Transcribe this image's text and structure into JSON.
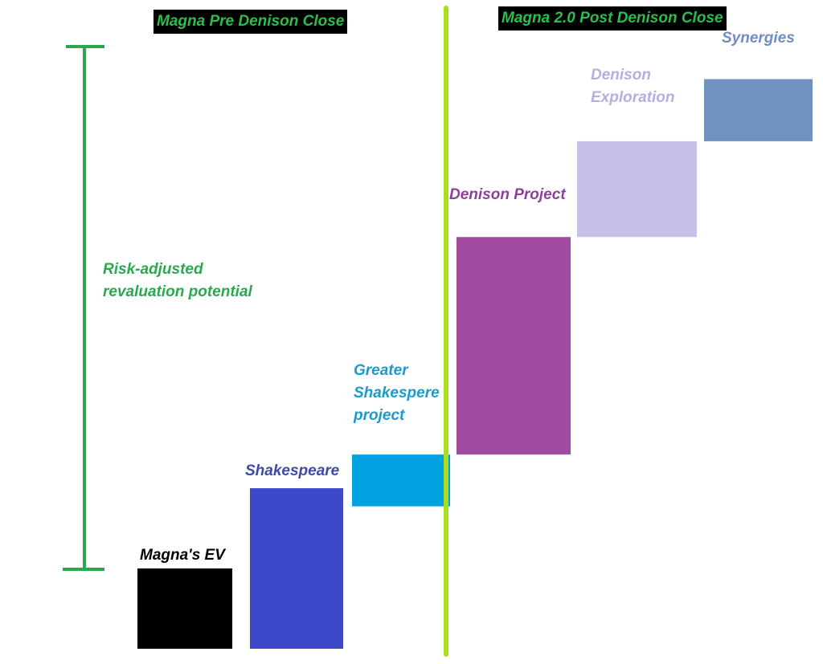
{
  "headers": {
    "pre": "Magna Pre Denison Close",
    "post": "Magna 2.0 Post Denison Close"
  },
  "range_label": "Risk-adjusted revaluation potential",
  "colors": {
    "header_text": "#2bbf4a",
    "range_bar": "#2aa84e",
    "divider": "#a8de1c"
  },
  "chart_data": {
    "type": "waterfall",
    "title": "",
    "xlabel": "",
    "ylabel": "",
    "ylim": [
      0,
      100
    ],
    "categories": [
      "Magna's EV",
      "Shakespeare",
      "Greater Shakespere project",
      "Denison Project",
      "Denison Exploration",
      "Synergies"
    ],
    "series": [
      {
        "start": [
          0,
          0,
          27.5,
          37.5,
          79.5,
          98
        ],
        "end": [
          15.5,
          31,
          37.5,
          79.5,
          98,
          110
        ],
        "colors": [
          "#000000",
          "#3e49c9",
          "#00a3e0",
          "#a04ba0",
          "#c8bfe7",
          "#7092be"
        ],
        "label_colors": [
          "#000000",
          "#3e49a8",
          "#1a9bc9",
          "#8e3f9e",
          "#b8ace0",
          "#6f8fc0"
        ]
      }
    ]
  }
}
